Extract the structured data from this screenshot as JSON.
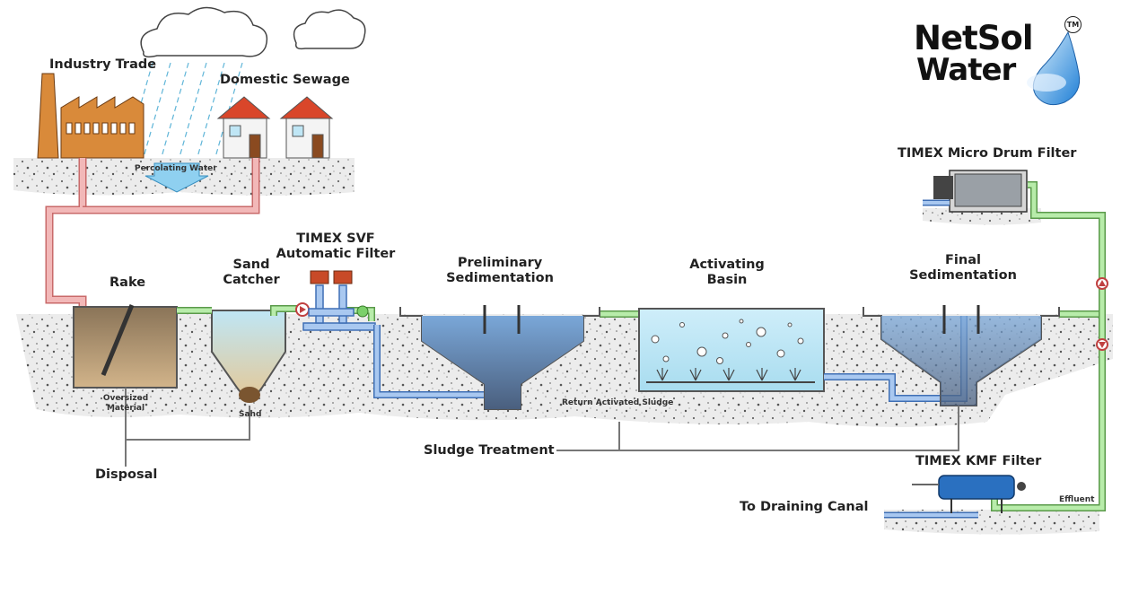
{
  "logo": {
    "line1": "NetSol",
    "line2": "Water",
    "trademark": "TM"
  },
  "labels": {
    "industry_trade": "Industry Trade",
    "domestic_sewage": "Domestic Sewage",
    "percolating_water": "Percolating Water",
    "rake": "Rake",
    "sand_catcher": [
      "Sand",
      "Catcher"
    ],
    "svf_filter": [
      "TIMEX SVF",
      "Automatic Filter"
    ],
    "preliminary_sedimentation": [
      "Preliminary",
      "Sedimentation"
    ],
    "activating_basin": [
      "Activating",
      "Basin"
    ],
    "final_sedimentation": [
      "Final",
      "Sedimentation"
    ],
    "micro_drum_filter": "TIMEX Micro Drum Filter",
    "oversized_material": [
      "Oversized",
      "Material"
    ],
    "sand": "Sand",
    "return_activated_sludge": "Return Activated Sludge",
    "disposal": "Disposal",
    "sludge_treatment": "Sludge Treatment",
    "kmf_filter": "TIMEX KMF Filter",
    "to_draining_canal": "To Draining Canal",
    "effluent": "Effluent"
  },
  "colors": {
    "ground": "#ececec",
    "pipe_raw": "#f2b8b8",
    "pipe_raw_edge": "#c96a6a",
    "pipe_treated": "#b8ecaa",
    "pipe_treated_edge": "#5a9a4a",
    "pipe_blue": "#a9c8f0",
    "pipe_blue_edge": "#3f6fb5",
    "water": "#bfe6f5",
    "factory": "#d98a3a",
    "roof": "#d9462a"
  }
}
